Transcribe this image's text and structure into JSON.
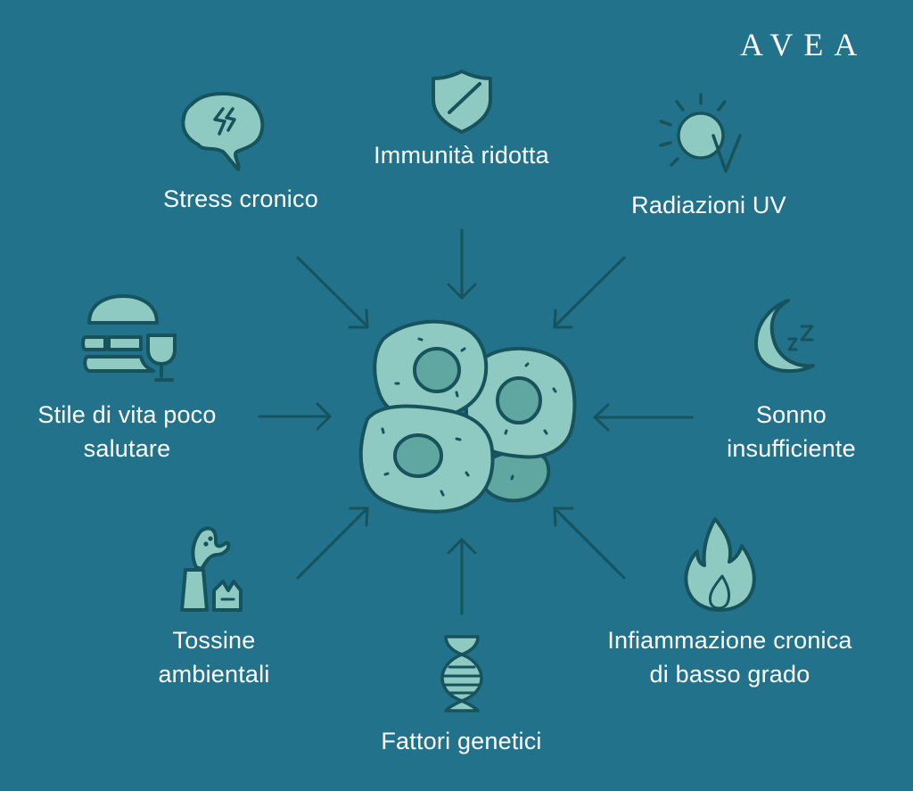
{
  "brand": {
    "logo_text": "AVEA"
  },
  "colors": {
    "background": "#21728a",
    "icon_fill": "#8ec9c2",
    "icon_fill_dark": "#5fa7a0",
    "outline": "#17535c",
    "text": "#ffffff"
  },
  "center": {
    "illustration": "cell-cluster-icon"
  },
  "factors": [
    {
      "id": "stress",
      "label_lines": [
        "Stress cronico"
      ],
      "icon": "brain-lightning-icon",
      "arrow_direction": "down-right"
    },
    {
      "id": "immunity",
      "label_lines": [
        "Immunità ridotta"
      ],
      "icon": "shield-slash-icon",
      "arrow_direction": "down"
    },
    {
      "id": "uv",
      "label_lines": [
        "Radiazioni UV"
      ],
      "icon": "sun-uv-icon",
      "arrow_direction": "down-left"
    },
    {
      "id": "sleep",
      "label_lines": [
        "Sonno",
        "insufficiente"
      ],
      "icon": "moon-zzz-icon",
      "arrow_direction": "left"
    },
    {
      "id": "inflammation",
      "label_lines": [
        "Infiammazione cronica",
        "di basso grado"
      ],
      "icon": "flame-icon",
      "arrow_direction": "up-left"
    },
    {
      "id": "genetics",
      "label_lines": [
        "Fattori genetici"
      ],
      "icon": "dna-icon",
      "arrow_direction": "up"
    },
    {
      "id": "toxins",
      "label_lines": [
        "Tossine",
        "ambientali"
      ],
      "icon": "factory-smoke-icon",
      "arrow_direction": "up-right"
    },
    {
      "id": "lifestyle",
      "label_lines": [
        "Stile di vita poco",
        "salutare"
      ],
      "icon": "burger-wine-icon",
      "arrow_direction": "right"
    }
  ]
}
